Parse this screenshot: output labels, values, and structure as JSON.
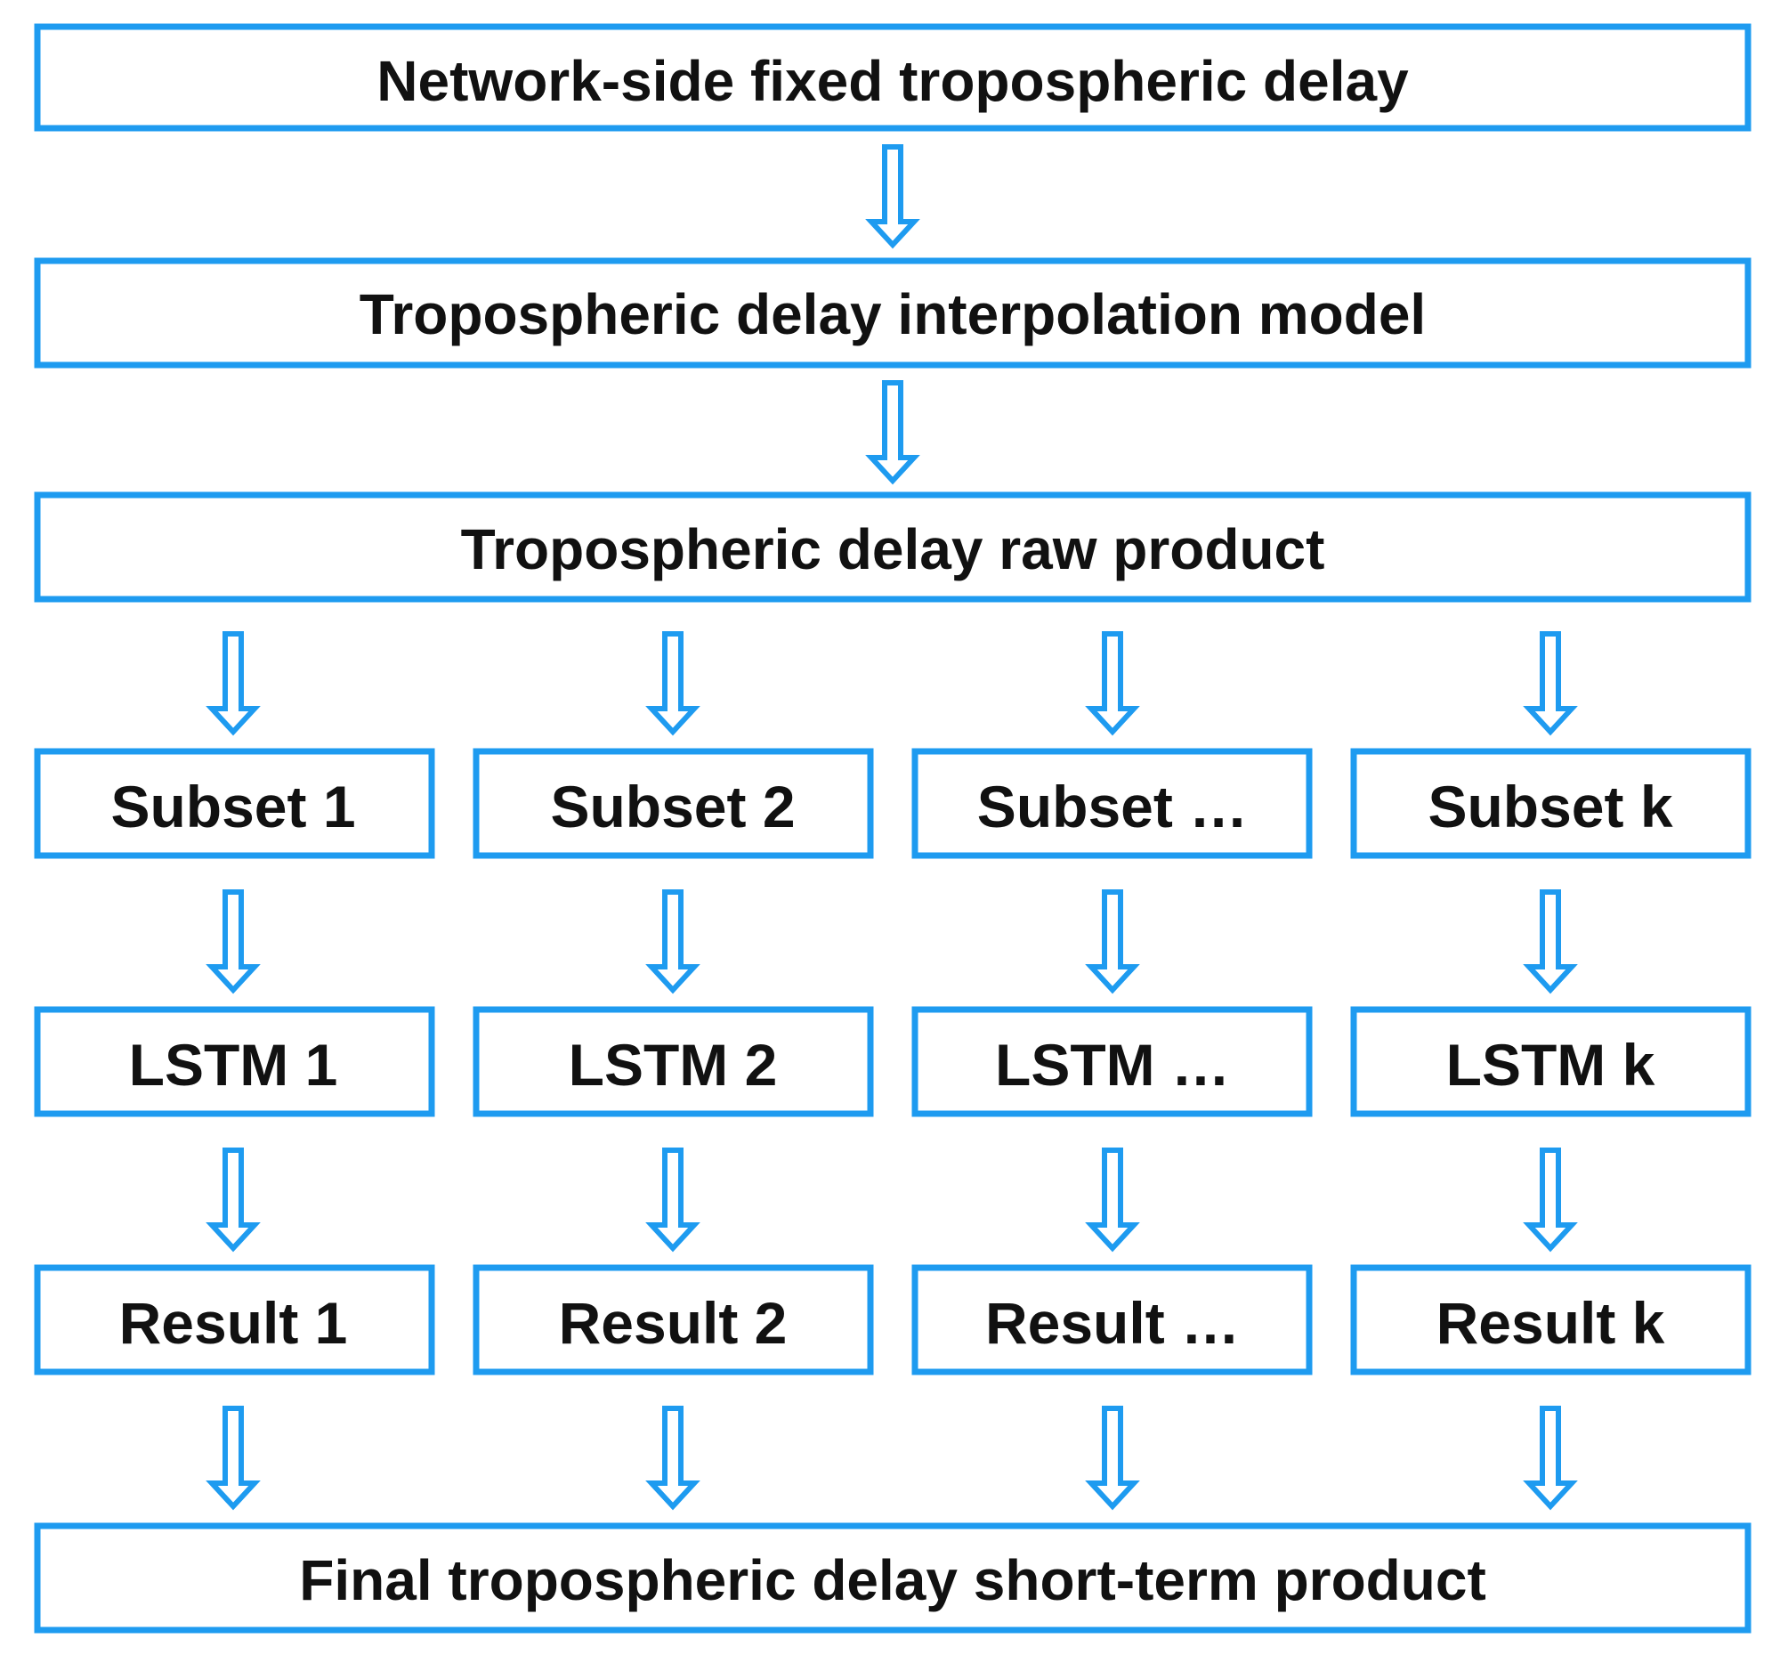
{
  "stages": {
    "top": "Network-side fixed tropospheric delay",
    "model": "Tropospheric delay interpolation model",
    "raw": "Tropospheric delay raw product",
    "final": "Final tropospheric delay short-term product"
  },
  "columns": [
    {
      "subset": "Subset 1",
      "lstm": "LSTM 1",
      "result": "Result 1"
    },
    {
      "subset": "Subset 2",
      "lstm": "LSTM 2",
      "result": "Result 2"
    },
    {
      "subset": "Subset …",
      "lstm": "LSTM …",
      "result": "Result …"
    },
    {
      "subset": "Subset k",
      "lstm": "LSTM k",
      "result": "Result k"
    }
  ],
  "colors": {
    "stroke": "#1e9bf0",
    "text": "#111111"
  }
}
